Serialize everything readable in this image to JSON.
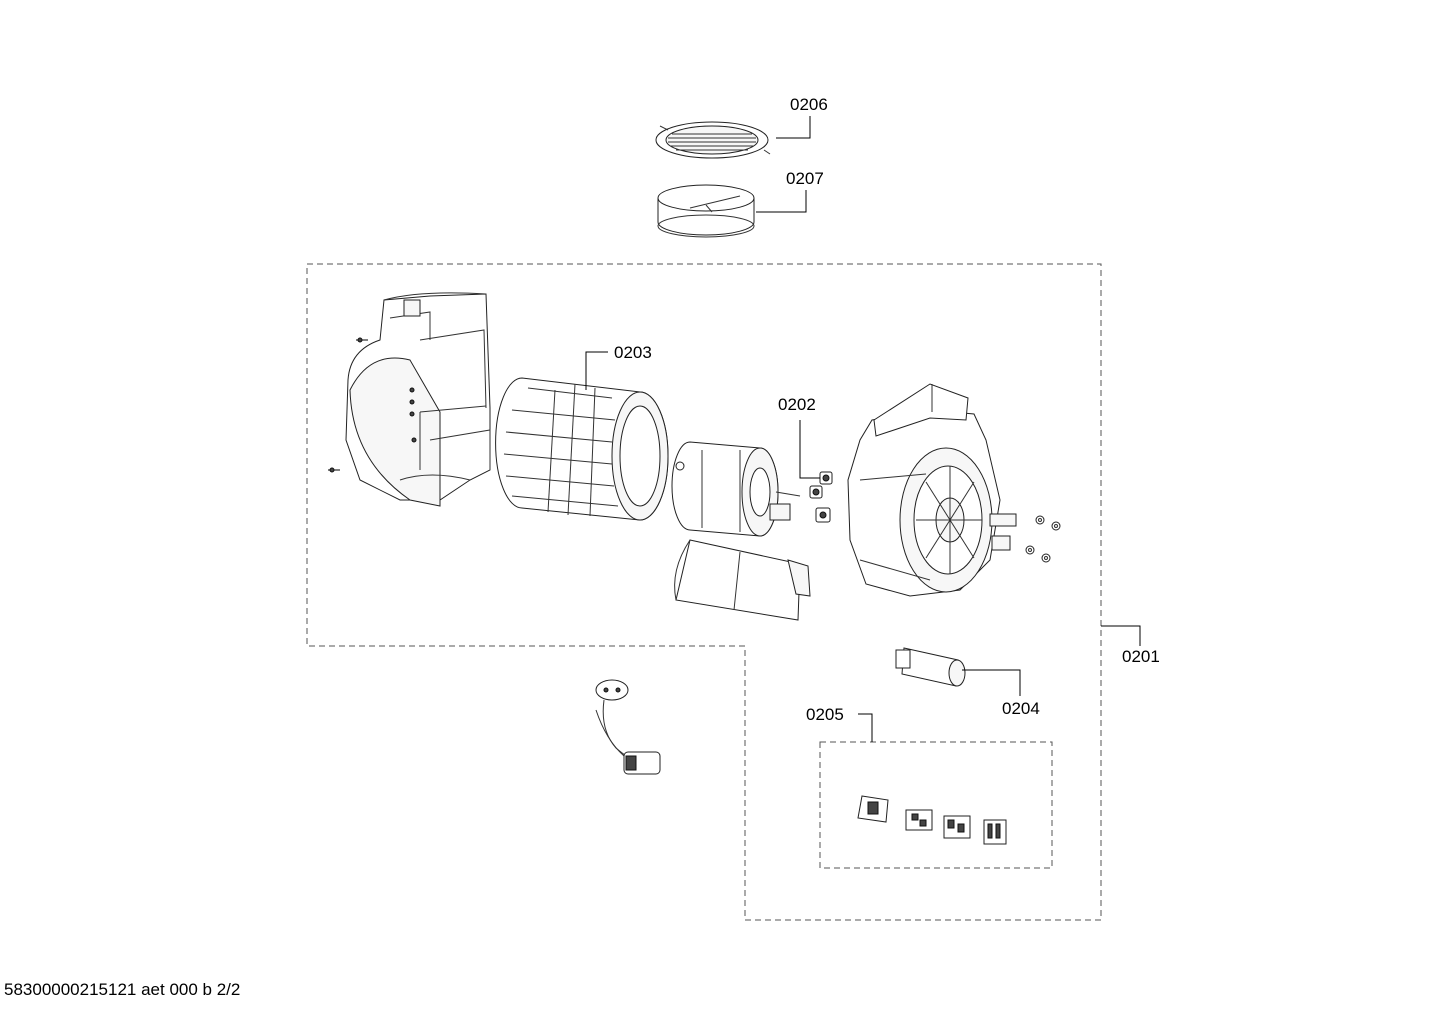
{
  "labels": {
    "p0201": "0201",
    "p0202": "0202",
    "p0203": "0203",
    "p0204": "0204",
    "p0205": "0205",
    "p0206": "0206",
    "p0207": "0207"
  },
  "footer": "58300000215121 aet 000 b 2/2"
}
